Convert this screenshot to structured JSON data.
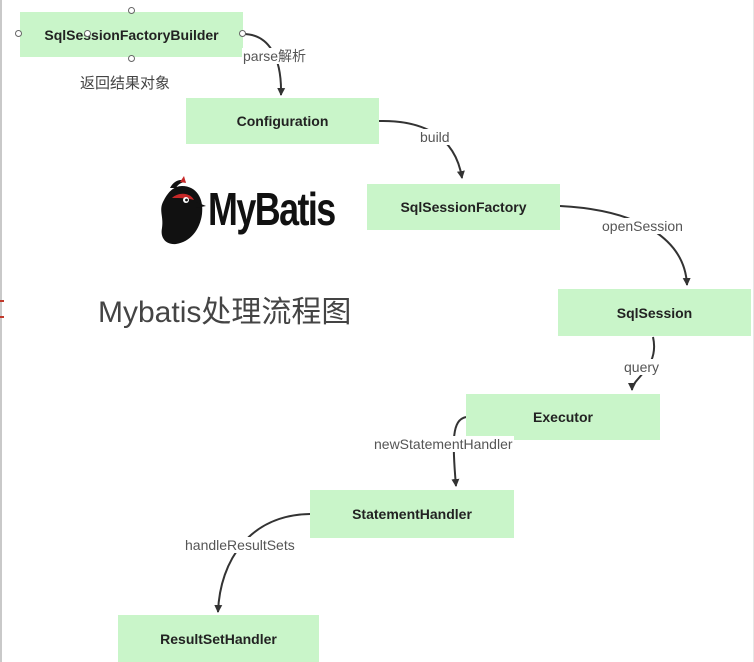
{
  "nodes": {
    "builder": "SqlSessionFactoryBuilder",
    "configuration": "Configuration",
    "factory": "SqlSessionFactory",
    "session": "SqlSession",
    "executor": "Executor",
    "statement_handler": "StatementHandler",
    "result_set_handler": "ResultSetHandler"
  },
  "edges": {
    "parse": "parse解析",
    "build": "build",
    "open_session": "openSession",
    "query": "query",
    "new_statement_handler": "newStatementHandler",
    "handle_result_sets": "handleResultSets"
  },
  "note": "返回结果对象",
  "title": "Mybatis处理流程图",
  "logo": {
    "text": "MyBatis"
  },
  "colors": {
    "node_fill": "#c9f5c9",
    "arrow": "#333333",
    "text": "#444444"
  }
}
